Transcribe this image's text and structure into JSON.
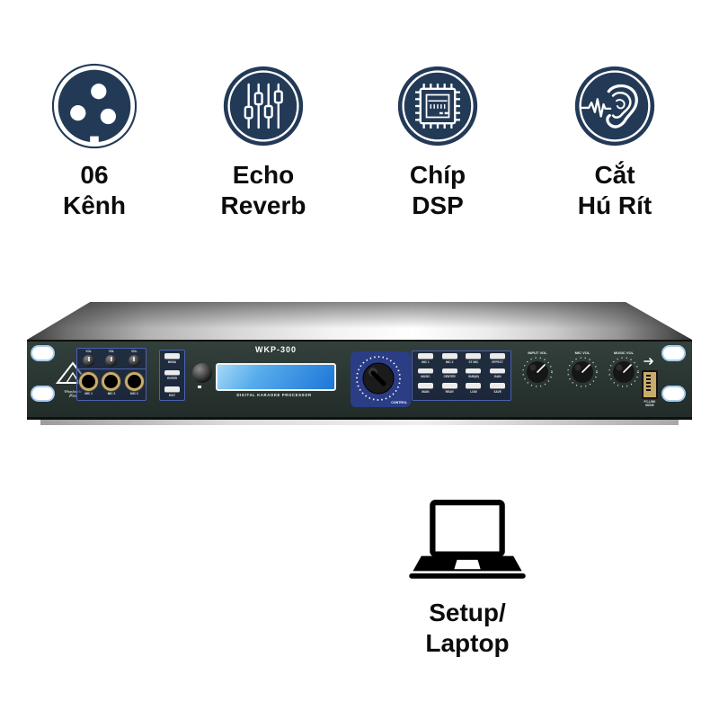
{
  "features": [
    {
      "line1": "06",
      "line2": "Kênh"
    },
    {
      "line1": "Echo",
      "line2": "Reverb"
    },
    {
      "line1": "Chíp",
      "line2": "DSP"
    },
    {
      "line1": "Cắt",
      "line2": "Hú Rít"
    }
  ],
  "device": {
    "model": "WKP-300",
    "tagline": "DIGITAL KARAOKE PROCESSOR",
    "brand_line1": "Wharfedale",
    "brand_line2": "Pro",
    "mic_knob_labels": [
      "VOL",
      "VOL",
      "VOL"
    ],
    "mic_jack_labels": [
      "MIC 1",
      "MIC 2",
      "MIC 3"
    ],
    "menu_buttons": [
      "MENU",
      "ENTER",
      "EXIT"
    ],
    "control_label": "CONTROL",
    "grid_buttons": [
      "MIC 1",
      "MIC 2",
      "ST MIC",
      "EFFECT",
      "MUSIC",
      "CENTER",
      "SUB(W)",
      "GAIN",
      "MAIN",
      "REAR",
      "LOW",
      "SAVE"
    ],
    "volume_knob_labels": [
      "INPUT VOL",
      "MIC VOL",
      "MUSIC VOL"
    ],
    "usb_label_line1": "PC-LINK",
    "usb_label_line2": "MODE"
  },
  "bottom_feature": {
    "line1": "Setup/",
    "line2": "Laptop"
  },
  "colors": {
    "navy": "#233a57",
    "panel": "#2b3633",
    "accent": "#2a3d85",
    "lcd": "#2a85e0",
    "gold": "#c9ac6a"
  }
}
